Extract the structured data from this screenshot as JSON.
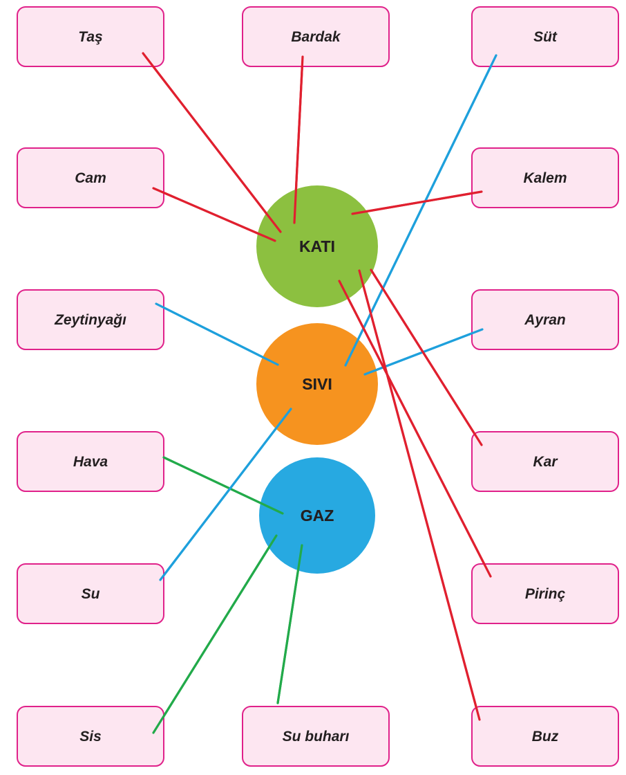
{
  "categories": {
    "kati": {
      "label": "KATI",
      "color": "#8cc040"
    },
    "sivi": {
      "label": "SIVI",
      "color": "#f6931f"
    },
    "gaz": {
      "label": "GAZ",
      "color": "#27a9e1"
    }
  },
  "items": [
    {
      "id": "tas",
      "label": "Taş",
      "category": "kati"
    },
    {
      "id": "bardak",
      "label": "Bardak",
      "category": "kati"
    },
    {
      "id": "sut",
      "label": "Süt",
      "category": "sivi"
    },
    {
      "id": "cam",
      "label": "Cam",
      "category": "kati"
    },
    {
      "id": "kalem",
      "label": "Kalem",
      "category": "kati"
    },
    {
      "id": "zeytinyagi",
      "label": "Zeytinyağı",
      "category": "sivi"
    },
    {
      "id": "ayran",
      "label": "Ayran",
      "category": "sivi"
    },
    {
      "id": "hava",
      "label": "Hava",
      "category": "gaz"
    },
    {
      "id": "kar",
      "label": "Kar",
      "category": "kati"
    },
    {
      "id": "su",
      "label": "Su",
      "category": "sivi"
    },
    {
      "id": "pirinc",
      "label": "Pirinç",
      "category": "kati"
    },
    {
      "id": "sis",
      "label": "Sis",
      "category": "gaz"
    },
    {
      "id": "su_buhari",
      "label": "Su buharı",
      "category": "gaz"
    },
    {
      "id": "buz",
      "label": "Buz",
      "category": "kati"
    }
  ],
  "line_colors": {
    "kati": "#e0202f",
    "sivi": "#1ea0dc",
    "gaz": "#22aa4a"
  },
  "box_style": {
    "fill": "#fde6f1",
    "stroke": "#e0218a"
  }
}
